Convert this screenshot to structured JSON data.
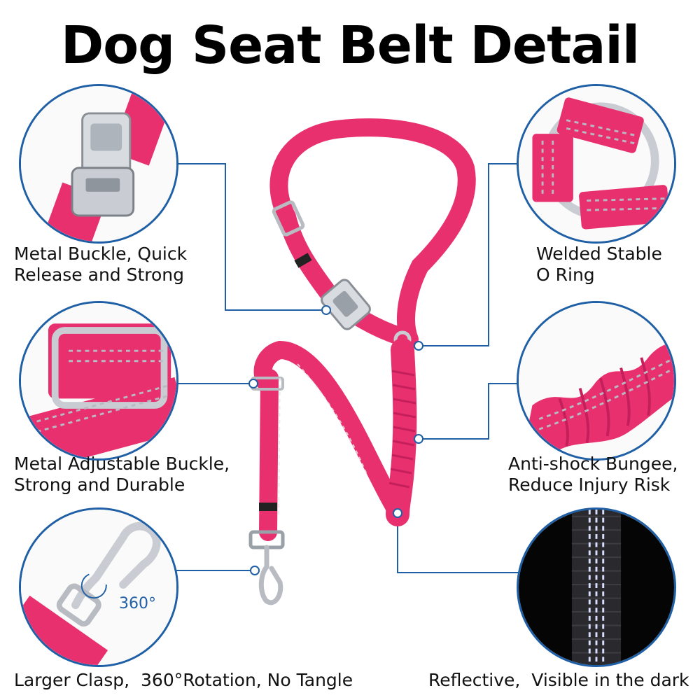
{
  "title": "Dog Seat Belt Detail",
  "features": {
    "buckle": {
      "line1": "Metal Buckle, Quick",
      "line2": "Release and Strong",
      "icon": "metal-buckle-icon"
    },
    "oring": {
      "line1": "Welded Stable",
      "line2": "O Ring",
      "icon": "o-ring-icon"
    },
    "adjust": {
      "line1": "Metal Adjustable Buckle,",
      "line2": "Strong and Durable",
      "icon": "adjustable-buckle-icon"
    },
    "bungee": {
      "line1": "Anti-shock Bungee,",
      "line2": "Reduce Injury Risk",
      "icon": "bungee-icon"
    },
    "clasp": {
      "line1": "Larger Clasp,  360°Rotation, No Tangle",
      "note": "360°",
      "icon": "clasp-icon"
    },
    "reflective": {
      "line1": "Reflective,  Visible in the dark",
      "icon": "reflective-strip-icon"
    }
  },
  "colors": {
    "strap": "#e8306f",
    "strap_dark": "#c41f5a",
    "leader": "#1f5fa6",
    "stitch": "#b9b9c4",
    "metal": "#c9cdd3"
  }
}
